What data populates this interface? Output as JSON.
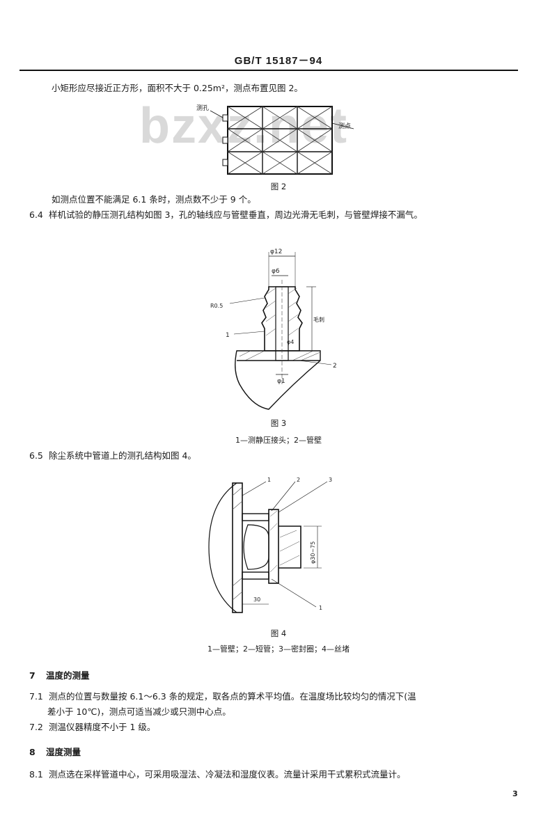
{
  "header": {
    "standard_code": "GB/T 15187－94"
  },
  "watermark": "bzxz.net",
  "paragraphs": {
    "p_rect_section": "小矩形应尽接近正方形，面积不大于 0.25m²，测点布置见图 2。",
    "p_fig2_note": "如测点位置不能满足 6.1 条时，测点数不少于 9 个。",
    "s64_num": "6.4",
    "s64_text": "样机试验的静压测孔结构如图 3，孔的轴线应与管壁垂直，周边光滑无毛刺，与管壁焊接不漏气。",
    "s65_num": "6.5",
    "s65_text": "除尘系统中管道上的测孔结构如图 4。"
  },
  "figures": {
    "fig2": {
      "caption": "图 2",
      "label_hole": "测孔",
      "label_point": "测点"
    },
    "fig3": {
      "caption": "图 3",
      "legend": "1—测静压接头；2—管壁",
      "dim_phi12": "φ12",
      "dim_phi6": "φ6",
      "dim_phi1": "φ1",
      "dim_phi4": "φ4",
      "dim_r": "R0.5",
      "dim_thread": "毛刺",
      "callout_1": "1",
      "callout_2": "2"
    },
    "fig4": {
      "caption": "图 4",
      "legend": "1—管壁；2—短管；3—密封圈；4—丝堵",
      "dim_phi": "φ30~75",
      "dim_30": "30",
      "callout_1": "1",
      "callout_2": "2",
      "callout_3": "3",
      "callout_4": "1"
    }
  },
  "section7": {
    "title_num": "7",
    "title": "温度的测量",
    "s71_num": "7.1",
    "s71_line1": "测点的位置与数量按 6.1～6.3 条的规定，取各点的算术平均值。在温度场比较均匀的情况下(温",
    "s71_line2": "差小于 10℃)，测点可适当减少或只测中心点。",
    "s72_num": "7.2",
    "s72_text": "测温仪器精度不小于 1 级。"
  },
  "section8": {
    "title_num": "8",
    "title": "湿度测量",
    "s81_num": "8.1",
    "s81_text": "测点选在采样管道中心，可采用吸湿法、冷凝法和湿度仪表。流量计采用干式累积式流量计。"
  },
  "page_number": "3"
}
